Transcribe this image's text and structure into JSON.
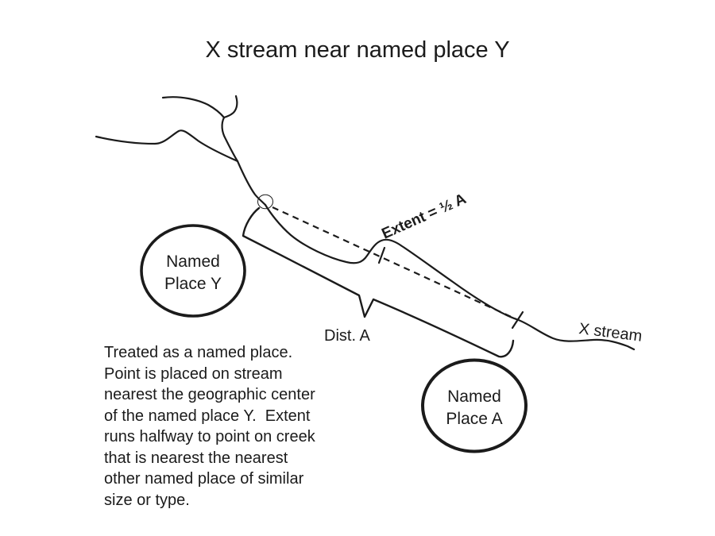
{
  "colors": {
    "ink": "#1b1b1b",
    "background": "#ffffff"
  },
  "title": "X stream near named place Y",
  "labels": {
    "extent": "Extent = ½ A",
    "dist_a": "Dist. A",
    "x_stream": "X stream",
    "place_y": [
      "Named",
      "Place Y"
    ],
    "place_a": [
      "Named",
      "Place A"
    ]
  },
  "note": {
    "lines": [
      "Treated as a named place.",
      "Point is placed on stream",
      "nearest the geographic center",
      "of the named place Y.  Extent",
      "runs halfway to point on creek",
      "that is nearest the nearest",
      "other named place of similar",
      "size or type."
    ]
  }
}
